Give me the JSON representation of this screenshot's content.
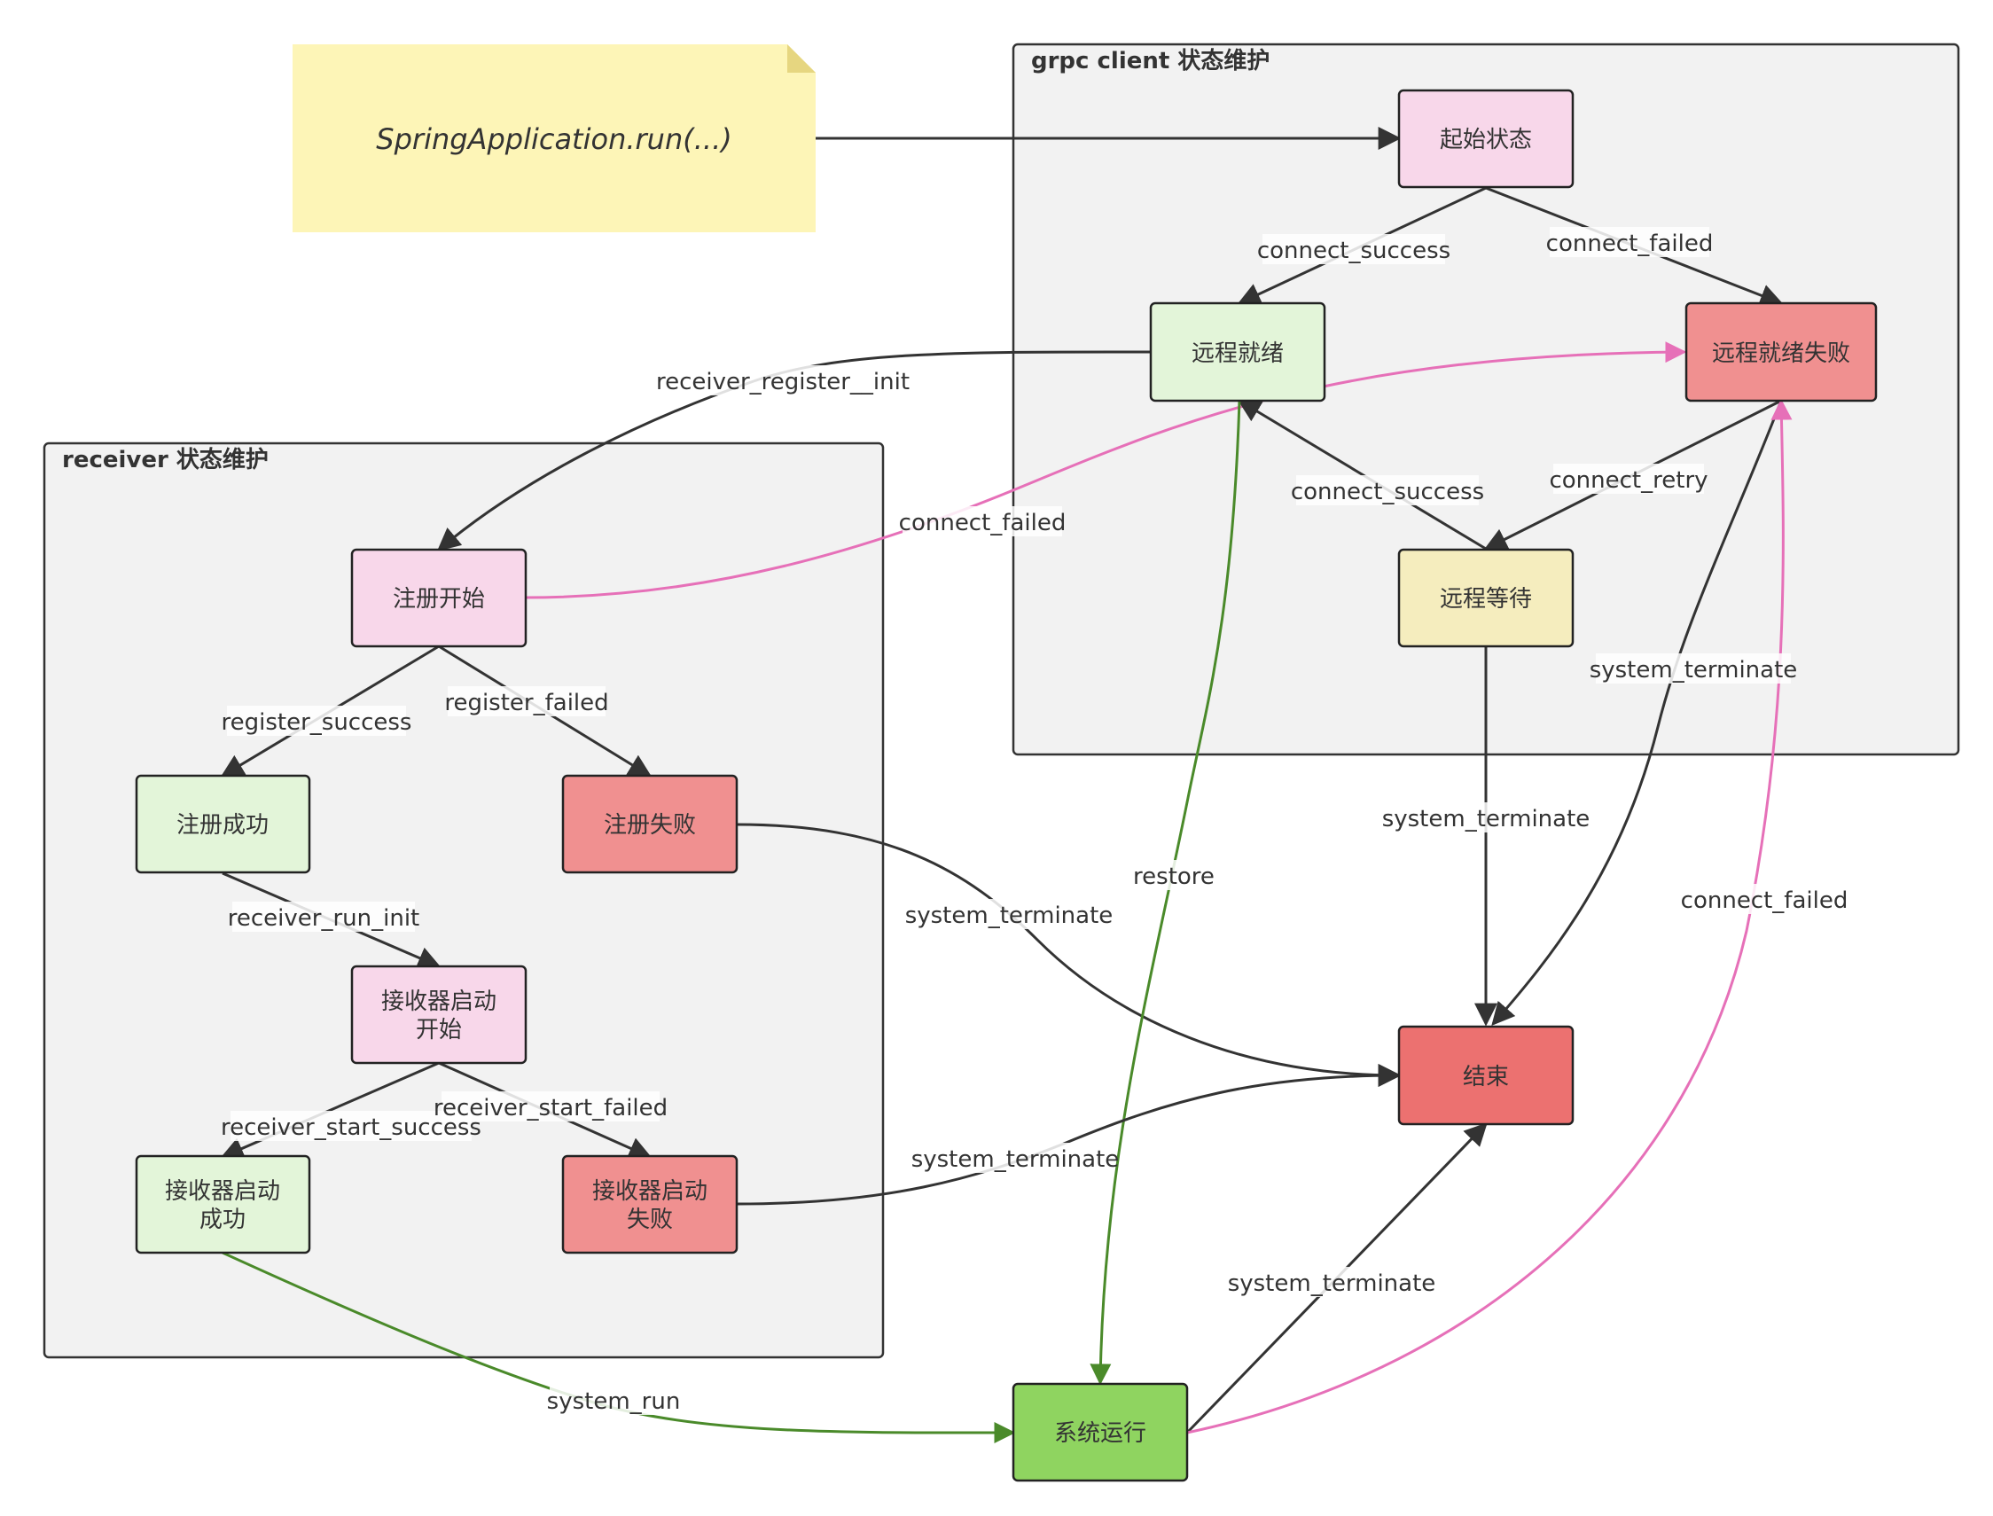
{
  "groups": {
    "grpc": {
      "title": "grpc client 状态维护"
    },
    "receiver": {
      "title": "receiver 状态维护"
    }
  },
  "note": {
    "text": "SpringApplication.run(...)"
  },
  "colors": {
    "edge_default": "#333333",
    "edge_green": "#4a8a2a",
    "edge_pink": "#e670b8",
    "pink": "#f8d7ea",
    "green": "#e3f5d9",
    "red": "#f09090",
    "yellow": "#f5edbe",
    "end_red": "#ec7170",
    "run_green": "#8fd460",
    "note_fill": "#fdf5b7",
    "note_fold": "#e6d680"
  },
  "nodes": {
    "start_state": {
      "label": "起始状态"
    },
    "remote_ready": {
      "label": "远程就绪"
    },
    "remote_ready_failed": {
      "label": "远程就绪失败"
    },
    "remote_waiting": {
      "label": "远程等待"
    },
    "register_start": {
      "label": "注册开始"
    },
    "register_success": {
      "label": "注册成功"
    },
    "register_failed": {
      "label": "注册失败"
    },
    "receiver_start_begin": {
      "label": "接收器启动\n开始"
    },
    "receiver_start_success": {
      "label": "接收器启动\n成功"
    },
    "receiver_start_failed": {
      "label": "接收器启动\n失败"
    },
    "end": {
      "label": "结束"
    },
    "system_running": {
      "label": "系统运行"
    }
  },
  "edges": {
    "note_to_start": {
      "label": ""
    },
    "start_to_ready": {
      "label": "connect_success"
    },
    "start_to_failed": {
      "label": "connect_failed"
    },
    "ready_to_register": {
      "label": "receiver_register__init"
    },
    "register_to_remote_failed": {
      "label": "connect_failed"
    },
    "waiting_to_ready": {
      "label": "connect_success"
    },
    "remote_failed_to_waiting": {
      "label": "connect_retry"
    },
    "remote_failed_to_end": {
      "label": "system_terminate"
    },
    "waiting_to_end": {
      "label": "system_terminate"
    },
    "register_to_success": {
      "label": "register_success"
    },
    "register_to_failed": {
      "label": "register_failed"
    },
    "reg_failed_to_end": {
      "label": "system_terminate"
    },
    "ready_to_system_run": {
      "label": "restore"
    },
    "reg_success_to_receiver_start": {
      "label": "receiver_run_init"
    },
    "receiver_start_to_success": {
      "label": "receiver_start_success"
    },
    "receiver_start_to_failed": {
      "label": "receiver_start_failed"
    },
    "receiver_failed_to_end": {
      "label": "system_terminate"
    },
    "receiver_success_to_system_run": {
      "label": "system_run"
    },
    "system_run_to_end": {
      "label": "system_terminate"
    },
    "system_run_to_remote_failed": {
      "label": "connect_failed"
    }
  }
}
